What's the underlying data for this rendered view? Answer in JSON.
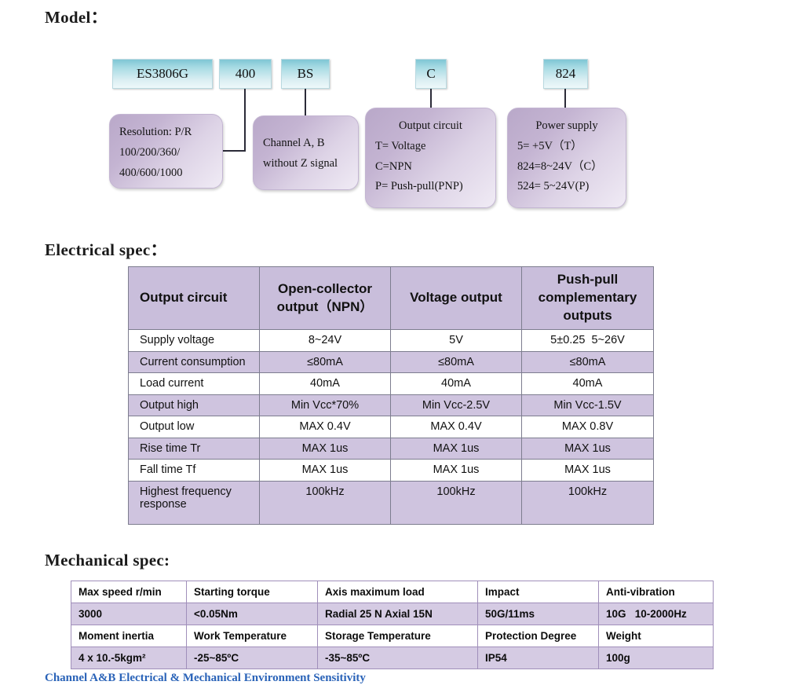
{
  "headings": {
    "model": "Model：",
    "electrical": "Electrical spec：",
    "mechanical": "Mechanical spec:"
  },
  "model_diagram": {
    "code_boxes": [
      {
        "name": "series",
        "label": "ES3806G"
      },
      {
        "name": "resolution",
        "label": "400"
      },
      {
        "name": "channel",
        "label": "BS"
      },
      {
        "name": "output-circuit",
        "label": "C"
      },
      {
        "name": "power-supply",
        "label": "824"
      }
    ],
    "desc_boxes": [
      {
        "name": "resolution-desc",
        "lines": [
          "Resolution: P/R",
          "100/200/360/",
          "400/600/1000"
        ]
      },
      {
        "name": "channel-desc",
        "lines": [
          "Channel A, B",
          "without Z signal"
        ]
      },
      {
        "name": "output-circuit-desc",
        "lines": [
          "Output circuit",
          "T= Voltage",
          "C=NPN",
          "P= Push-pull(PNP)"
        ]
      },
      {
        "name": "power-supply-desc",
        "lines": [
          "Power supply",
          "5= +5V（T）",
          "824=8~24V（C）",
          "524= 5~24V(P)"
        ]
      }
    ]
  },
  "electrical_spec": {
    "headers": [
      "Output circuit",
      "Open-collector\noutput（NPN）",
      "Voltage output",
      "Push-pull\ncomplementary\noutputs"
    ],
    "rows": [
      {
        "label": "Supply voltage",
        "values": [
          "8~24V",
          "5V",
          "5±0.25  5~26V"
        ]
      },
      {
        "label": "Current consumption",
        "values": [
          "≤80mA",
          "≤80mA",
          "≤80mA"
        ]
      },
      {
        "label": "Load current",
        "values": [
          "40mA",
          "40mA",
          "40mA"
        ]
      },
      {
        "label": "Output high",
        "values": [
          "Min Vcc*70%",
          "Min Vcc-2.5V",
          "Min Vcc-1.5V"
        ]
      },
      {
        "label": "Output low",
        "values": [
          "MAX 0.4V",
          "MAX 0.4V",
          "MAX 0.8V"
        ]
      },
      {
        "label": "Rise time Tr",
        "values": [
          "MAX 1us",
          "MAX 1us",
          "MAX 1us"
        ]
      },
      {
        "label": "Fall time Tf",
        "values": [
          "MAX 1us",
          "MAX 1us",
          "MAX 1us"
        ]
      },
      {
        "label": "Highest frequency",
        "label2": "response",
        "values": [
          "100kHz",
          "100kHz",
          "100kHz"
        ]
      }
    ]
  },
  "mechanical_spec": {
    "rows": [
      [
        "Max speed r/min",
        "Starting torque",
        "Axis maximum load",
        "Impact",
        "Anti-vibration"
      ],
      [
        "3000",
        "<0.05Nm",
        "Radial 25 N Axial 15N",
        "50G/11ms",
        "10G   10-2000Hz"
      ],
      [
        "Moment inertia",
        "Work Temperature",
        "Storage Temperature",
        "Protection Degree",
        "Weight"
      ],
      [
        "4 x 10.-5kgm²",
        "-25~85ºC",
        "-35~85ºC",
        "IP54",
        "100g"
      ]
    ]
  },
  "bottom_note": {
    "text": "Channel A&B Electrical & Mechanical Environment Sensitivity"
  },
  "colors": {
    "code_box_top": "#7fc6d4",
    "desc_box_start": "#b9a8c9",
    "table_header_bg": "#c9bedb",
    "table_shade_bg": "#cfc4df",
    "mech_shade_bg": "#d5cbe3",
    "note_blue": "#2a63b8"
  }
}
